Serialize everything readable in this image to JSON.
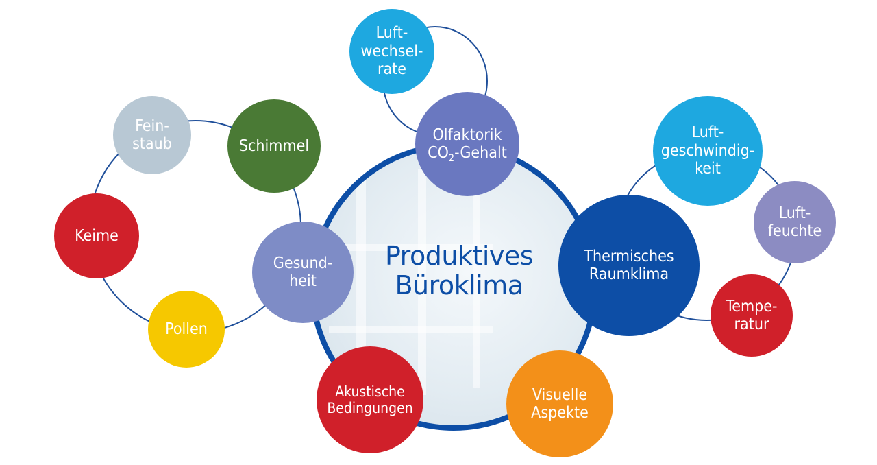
{
  "title": "Produktives\nBüroklima",
  "colors": {
    "navy": "#0d4ea6",
    "line": "#1f4f9a",
    "cyan": "#1ea8e0",
    "periwinkle": "#6a78c0",
    "lavender": "#7e8cc6",
    "grey_blue": "#b8c8d4",
    "green": "#4a7a35",
    "red": "#d0202a",
    "yellow": "#f6c800",
    "orange": "#f39019",
    "violet": "#8c8cc2"
  },
  "nodes": {
    "olfaktorik": {
      "line1": "Olfaktorik",
      "line2_pre": "CO",
      "line2_sub": "2",
      "line2_post": "-Gehalt"
    },
    "luftwechselrate": {
      "label": "Luft-\nwechsel-\nrate"
    },
    "gesundheit": {
      "label": "Gesund-\nheit"
    },
    "feinstaub": {
      "label": "Fein-\nstaub"
    },
    "schimmel": {
      "label": "Schimmel"
    },
    "keime": {
      "label": "Keime"
    },
    "pollen": {
      "label": "Pollen"
    },
    "thermisches": {
      "label": "Thermisches\nRaumklima"
    },
    "luftgeschwindigkeit": {
      "label": "Luft-\ngeschwindig-\nkeit"
    },
    "luftfeuchte": {
      "label": "Luft-\nfeuchte"
    },
    "temperatur": {
      "label": "Tempe-\nratur"
    },
    "akustische": {
      "label": "Akustische\nBedingungen"
    },
    "visuelle": {
      "label": "Visuelle\nAspekte"
    }
  }
}
